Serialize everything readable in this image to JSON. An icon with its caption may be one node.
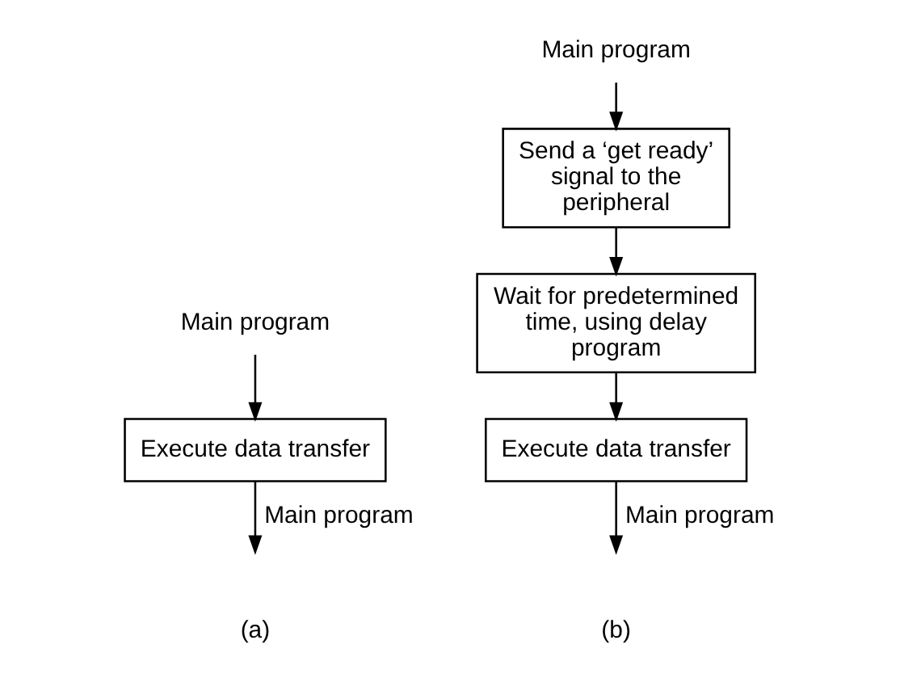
{
  "diagram": {
    "nodes": [
      {
        "text": [
          "Main program"
        ]
      },
      {
        "text": [
          "Execute data transfer"
        ]
      },
      {
        "text": [
          "Main program"
        ]
      },
      {
        "text": [
          "Send a ‘get ready’ signal to the peripheral"
        ]
      },
      {
        "text": [
          "Wait for predetermined time, using delay program"
        ]
      },
      {
        "text": [
          "Execute data transfer"
        ]
      }
    ],
    "edges": [
      {
        "from": 0,
        "to": 1,
        "arrow": "to"
      },
      {
        "from": 1,
        "to": null,
        "arrow": "to",
        "label": "Main program"
      },
      {
        "from": 2,
        "to": 3,
        "arrow": "to"
      },
      {
        "from": 3,
        "to": 4,
        "arrow": "to"
      },
      {
        "from": 4,
        "to": 5,
        "arrow": "to"
      },
      {
        "from": 5,
        "to": null,
        "arrow": "to",
        "label": "Main program"
      }
    ],
    "labels": [
      "(a)",
      "(b)"
    ]
  }
}
